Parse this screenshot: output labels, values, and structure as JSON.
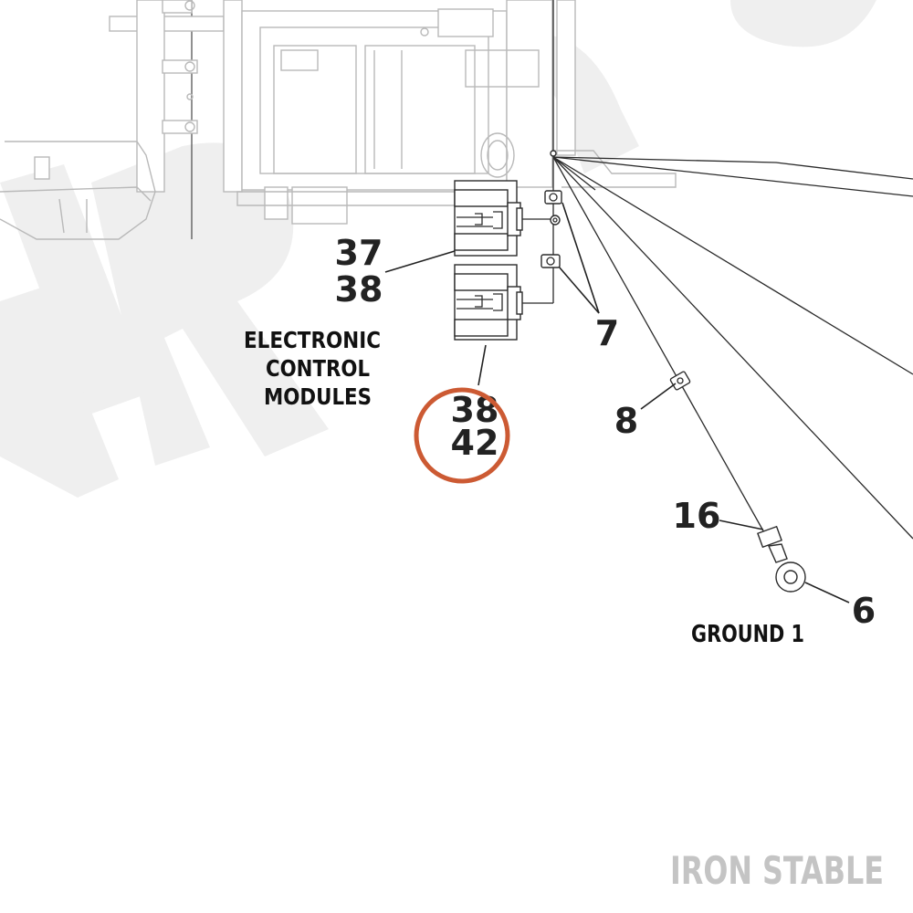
{
  "callouts": {
    "c37": "37",
    "c38_upper": "38",
    "c7": "7",
    "c38_lower": "38",
    "c42": "42",
    "c8": "8",
    "c16": "16",
    "c6": "6"
  },
  "captions": {
    "ecm_line1": "ELECTRONIC",
    "ecm_line2": "CONTROL",
    "ecm_line3": "MODULES",
    "ground": "GROUND 1"
  },
  "brand": {
    "watermark": "IRON STABLE"
  },
  "highlight": {
    "target": "42",
    "color": "#cc5a33"
  },
  "colors": {
    "ink": "#2b2b2b",
    "faint_line": "#b9b9b9",
    "watermark_bg": "#efefef",
    "brand_text": "#c4c4c4"
  }
}
